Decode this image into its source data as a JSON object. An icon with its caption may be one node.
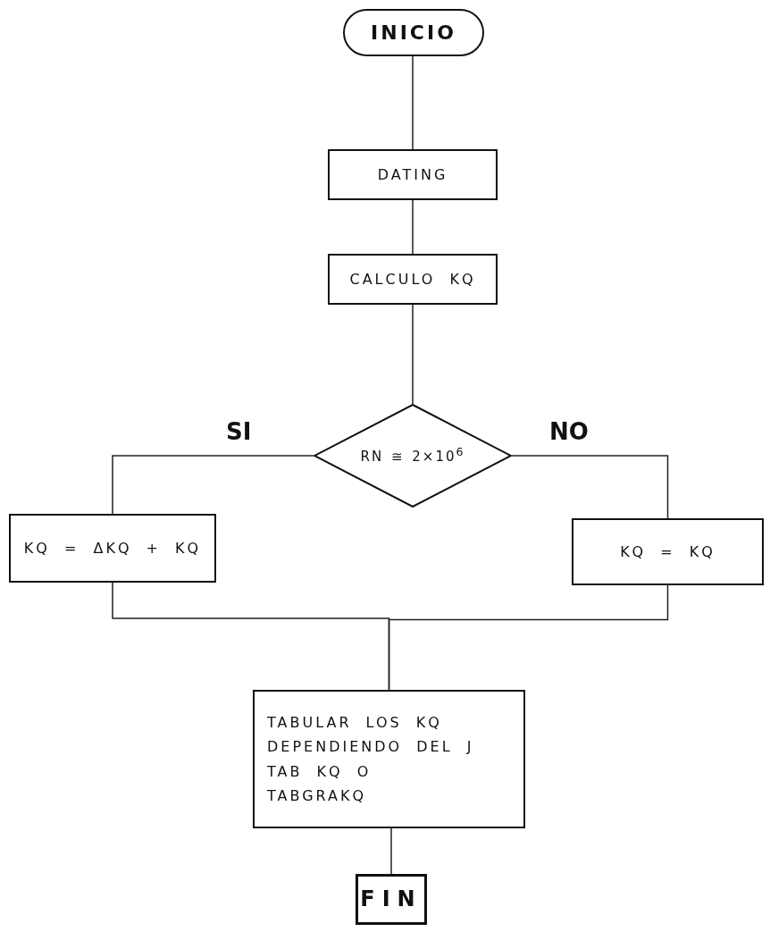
{
  "diagram": {
    "nodes": [
      {
        "text": [
          "INICIO"
        ]
      },
      {
        "text": [
          "DATING"
        ]
      },
      {
        "text": [
          "CALCULO KQ"
        ]
      },
      {
        "text": [
          "RN ≅ 2×10$^{6}$"
        ]
      },
      {
        "text": [
          "KQ = ΔKQ + KQ"
        ]
      },
      {
        "text": [
          "KQ = KQ"
        ]
      },
      {
        "text": [
          "TABULAR LOS KQ DEPENDIENDO DEL J TAB KQ O TABGRAKQ"
        ]
      },
      {
        "text": [
          "FIN"
        ]
      }
    ],
    "edges": [
      {
        "from": 0,
        "to": 1,
        "arrow": "none"
      },
      {
        "from": 1,
        "to": 2,
        "arrow": "none"
      },
      {
        "from": 2,
        "to": 3,
        "arrow": "none"
      },
      {
        "from": 3,
        "to": 4,
        "arrow": "none",
        "label": "SI"
      },
      {
        "from": 3,
        "to": 5,
        "arrow": "none",
        "label": "NO"
      },
      {
        "from": 4,
        "to": 6,
        "arrow": "none"
      },
      {
        "from": 5,
        "to": 6,
        "arrow": "none"
      },
      {
        "from": 6,
        "to": 7,
        "arrow": "none"
      }
    ]
  }
}
